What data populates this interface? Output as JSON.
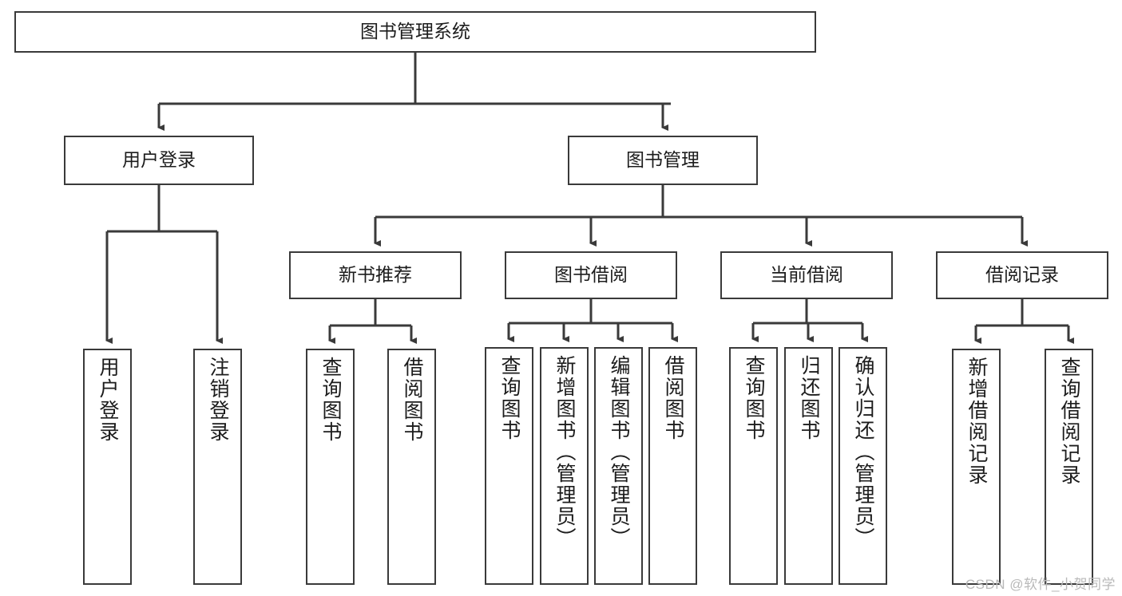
{
  "diagram": {
    "type": "tree",
    "title": "图书管理系统",
    "root": {
      "id": "root",
      "label": "图书管理系统"
    },
    "level2": [
      {
        "id": "user-login",
        "label": "用户登录"
      },
      {
        "id": "book-manage",
        "label": "图书管理"
      }
    ],
    "level3": [
      {
        "id": "new-book-recommend",
        "label": "新书推荐"
      },
      {
        "id": "book-borrow",
        "label": "图书借阅"
      },
      {
        "id": "current-borrow",
        "label": "当前借阅"
      },
      {
        "id": "borrow-record",
        "label": "借阅记录"
      }
    ],
    "leaves": {
      "user-login": [
        {
          "id": "leaf-user-login",
          "label": "用户登录"
        },
        {
          "id": "leaf-logout",
          "label": "注销登录"
        }
      ],
      "new-book-recommend": [
        {
          "id": "leaf-query-book-1",
          "label": "查询图书"
        },
        {
          "id": "leaf-borrow-book-1",
          "label": "借阅图书"
        }
      ],
      "book-borrow": [
        {
          "id": "leaf-query-book-2",
          "label": "查询图书"
        },
        {
          "id": "leaf-add-book",
          "label": "新增图书（管理员）"
        },
        {
          "id": "leaf-edit-book",
          "label": "编辑图书（管理员）"
        },
        {
          "id": "leaf-borrow-book-2",
          "label": "借阅图书"
        }
      ],
      "current-borrow": [
        {
          "id": "leaf-query-book-3",
          "label": "查询图书"
        },
        {
          "id": "leaf-return-book",
          "label": "归还图书"
        },
        {
          "id": "leaf-confirm-return",
          "label": "确认归还（管理员）"
        }
      ],
      "borrow-record": [
        {
          "id": "leaf-add-record",
          "label": "新增借阅记录"
        },
        {
          "id": "leaf-query-record",
          "label": "查询借阅记录"
        }
      ]
    },
    "colors": {
      "stroke": "#3a3a3a",
      "fill": "#ffffff",
      "text": "#1c1c1c",
      "watermark": "#b9b9b9"
    }
  },
  "watermark": {
    "text": "CSDN @软件_小贺同学"
  }
}
